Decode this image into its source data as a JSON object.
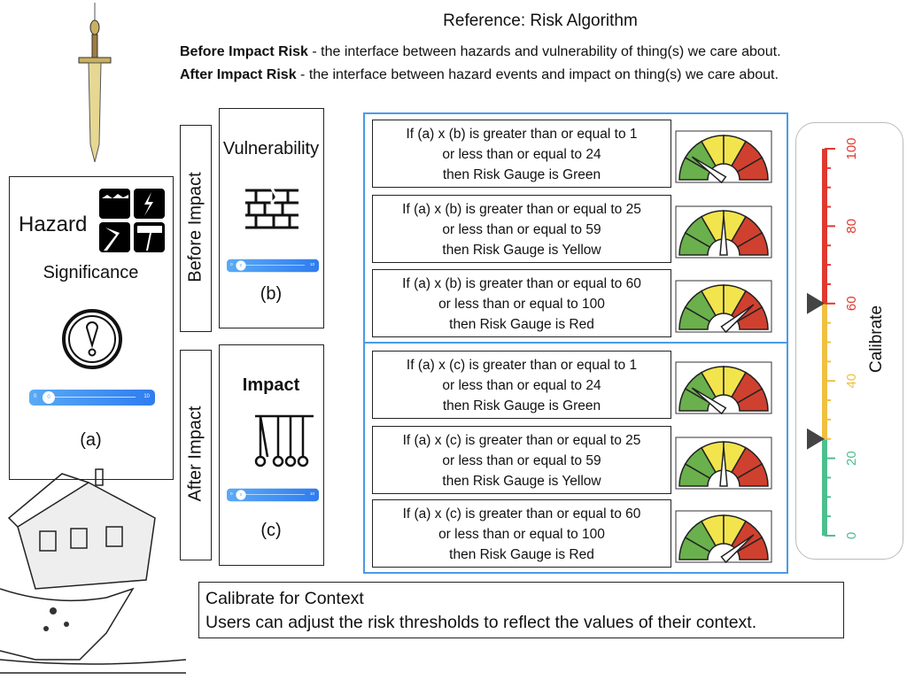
{
  "title": "Reference: Risk Algorithm",
  "definitions": [
    {
      "term": "Before Impact Risk",
      "text": " - the interface between hazards and vulnerability of thing(s) we care about."
    },
    {
      "term": "After Impact Risk",
      "text": " - the interface between hazard events and impact on thing(s) we care about."
    }
  ],
  "hazard": {
    "title": "Hazard",
    "subtitle": "Significance",
    "label": "(a)",
    "slider": {
      "min": "0",
      "max": "10",
      "value": "0"
    }
  },
  "before": {
    "side_label": "Before Impact",
    "title": "Vulnerability",
    "label": "(b)",
    "slider": {
      "min": "0",
      "max": "10",
      "value": "0"
    }
  },
  "after": {
    "side_label": "After Impact",
    "title": "Impact",
    "label": "(c)",
    "slider": {
      "min": "0",
      "max": "10",
      "value": "0"
    }
  },
  "rules": [
    {
      "lines": [
        "If (a) x (b) is greater than or equal to 1",
        "or less than or equal to 24",
        "then Risk Gauge is Green"
      ],
      "needle": 0.2
    },
    {
      "lines": [
        "If (a) x (b) is greater than or equal to 25",
        "or less than or equal to 59",
        "then Risk Gauge is Yellow"
      ],
      "needle": 0.5
    },
    {
      "lines": [
        "If (a) x (b) is greater than or equal to 60",
        "or less than or equal to 100",
        "then Risk Gauge is Red"
      ],
      "needle": 0.78
    },
    {
      "lines": [
        "If (a) x (c) is greater than or equal to 1",
        "or less than or equal to 24",
        "then Risk Gauge is Green"
      ],
      "needle": 0.2
    },
    {
      "lines": [
        "If (a) x (c) is greater than or equal to 25",
        "or less than or equal to 59",
        "then Risk Gauge is Yellow"
      ],
      "needle": 0.5
    },
    {
      "lines": [
        "If (a) x (c) is greater than or equal to 60",
        "or less than or equal to 100",
        "then Risk Gauge is Red"
      ],
      "needle": 0.78
    }
  ],
  "calibrate": {
    "label": "Calibrate",
    "ticks": [
      "0",
      "20",
      "40",
      "60",
      "80",
      "100"
    ],
    "thresholds": [
      25,
      60
    ],
    "colors": {
      "green": "#4dbf8f",
      "yellow": "#f0c040",
      "red": "#e0392f"
    }
  },
  "footer": {
    "title": "Calibrate for Context",
    "text": "Users can adjust the risk thresholds to reflect the values of their context."
  }
}
